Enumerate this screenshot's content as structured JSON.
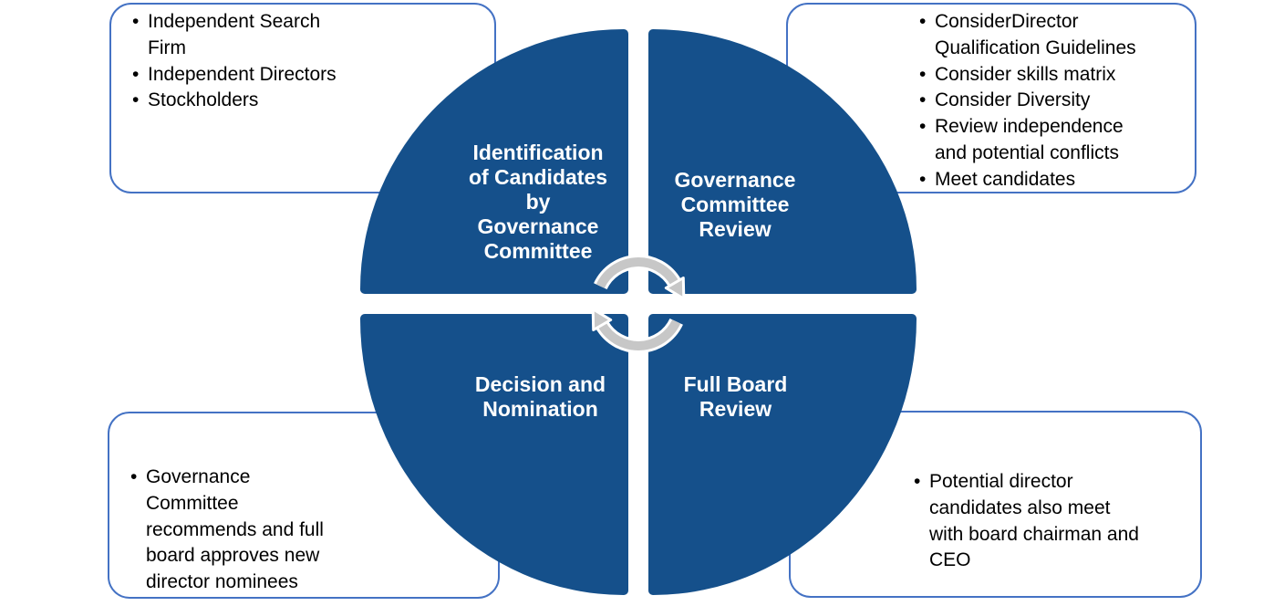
{
  "colors": {
    "quadrant_blue": "#15508B",
    "callout_border_blue": "#4472C4",
    "arrow_gray": "#C7C7C7",
    "quadrant_text": "#FFFFFF",
    "callout_text": "#000000",
    "background": "#FFFFFF"
  },
  "cycle": {
    "icon": "clockwise-cycle-arrows",
    "quadrants": {
      "top_left": {
        "label": "Identification\nof Candidates\nby\nGovernance\nCommittee"
      },
      "top_right": {
        "label": "Governance\nCommittee\nReview"
      },
      "bottom_left": {
        "label": "Decision and\nNomination"
      },
      "bottom_right": {
        "label": "Full Board\nReview"
      }
    }
  },
  "callouts": {
    "top_left": {
      "items": [
        "Independent Search\nFirm",
        "Independent Directors",
        "Stockholders"
      ]
    },
    "top_right": {
      "items": [
        "ConsiderDirector\nQualification Guidelines",
        "Consider skills matrix",
        "Consider Diversity",
        "Review independence\nand potential conflicts",
        "Meet candidates"
      ]
    },
    "bottom_left": {
      "items": [
        "Governance\nCommittee\nrecommends and full\nboard approves new\ndirector nominees"
      ]
    },
    "bottom_right": {
      "items": [
        "Potential director\ncandidates also meet\nwith board chairman and\nCEO"
      ]
    }
  }
}
